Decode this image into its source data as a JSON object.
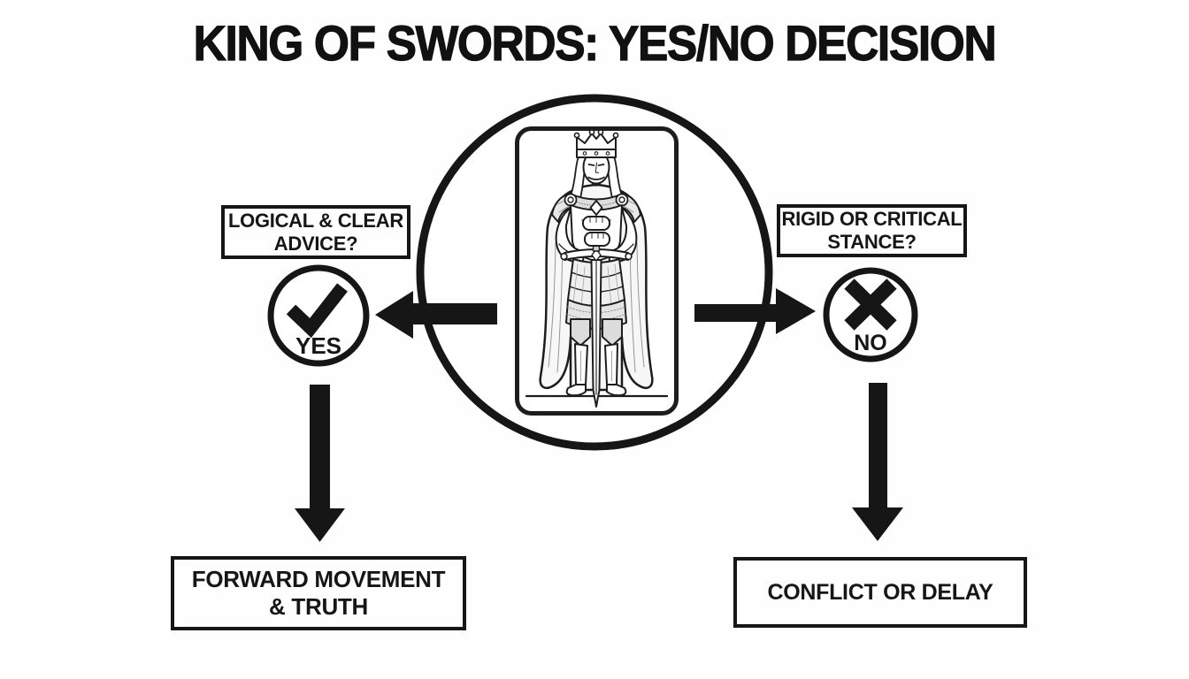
{
  "title": "KING OF SWORDS: YES/NO DECISION",
  "yes_branch": {
    "question_line1": "LOGICAL & CLEAR",
    "question_line2": "ADVICE?",
    "badge_label": "YES",
    "outcome_line1": "FORWARD MOVEMENT",
    "outcome_line2": "& TRUTH"
  },
  "no_branch": {
    "question_line1": "RIGID OR CRITICAL",
    "question_line2": "STANCE?",
    "badge_label": "NO",
    "outcome_line1": "CONFLICT OR DELAY"
  },
  "icons": {
    "yes_badge": "checkmark",
    "no_badge": "x-mark",
    "center_card": "king-of-swords-tarot-figure",
    "flow_arrows": [
      "arrow-left",
      "arrow-right",
      "arrow-down",
      "arrow-down"
    ]
  },
  "colors": {
    "ink": "#161616",
    "background": "#fefefe"
  }
}
